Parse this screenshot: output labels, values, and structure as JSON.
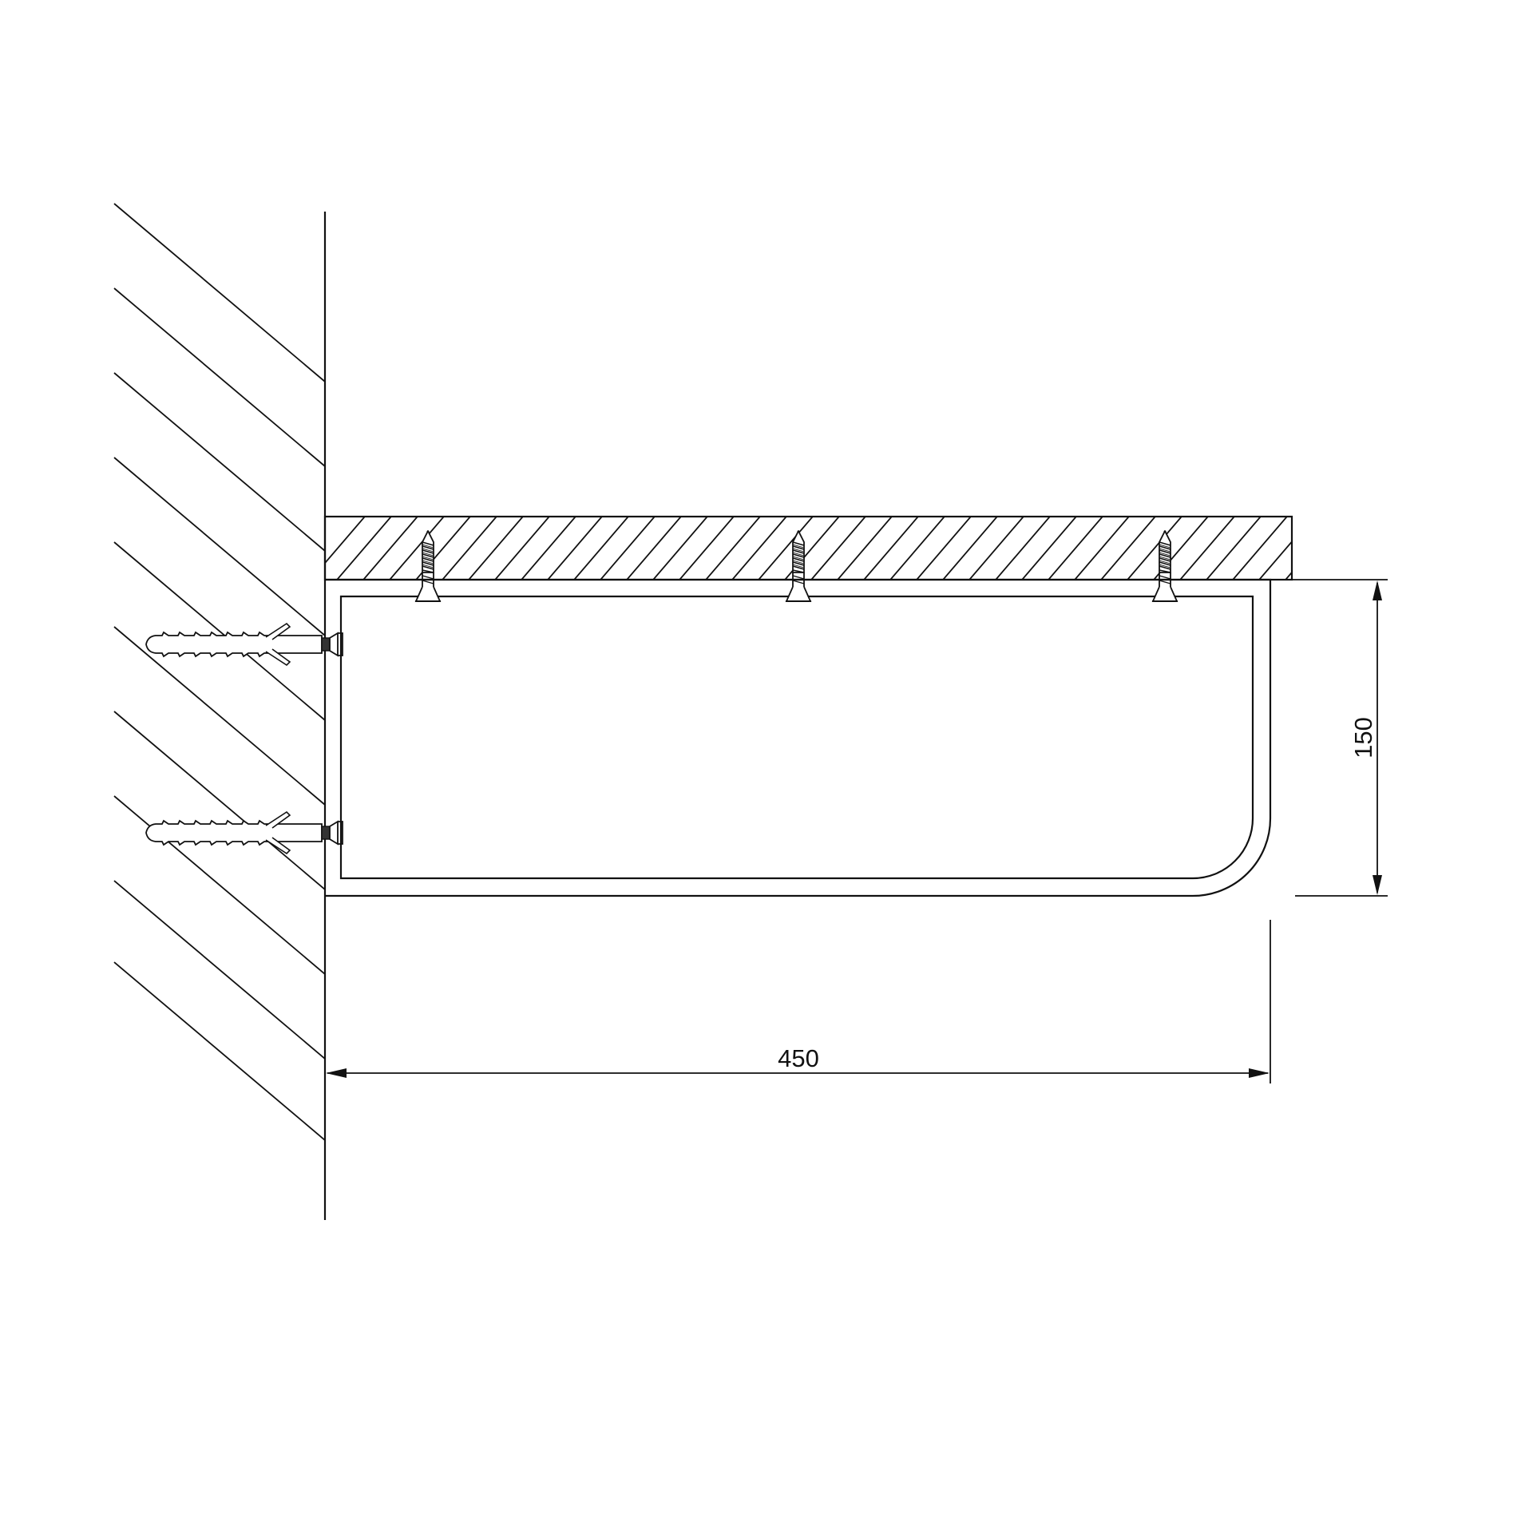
{
  "drawing": {
    "title": "Wall-mounted shelf bracket installation drawing",
    "line_color": "#111111",
    "background": "#ffffff"
  },
  "dimensions": {
    "width": {
      "label": "450",
      "unit": "mm"
    },
    "height": {
      "label": "150",
      "unit": "mm"
    }
  },
  "components": {
    "wall": {
      "label": "wall-section-hatched"
    },
    "shelf": {
      "label": "shelf-board-hatched"
    },
    "bracket": {
      "label": "u-bracket-rounded-corner"
    },
    "screws_top": {
      "count": 3
    },
    "wall_anchors": {
      "count": 2
    }
  }
}
